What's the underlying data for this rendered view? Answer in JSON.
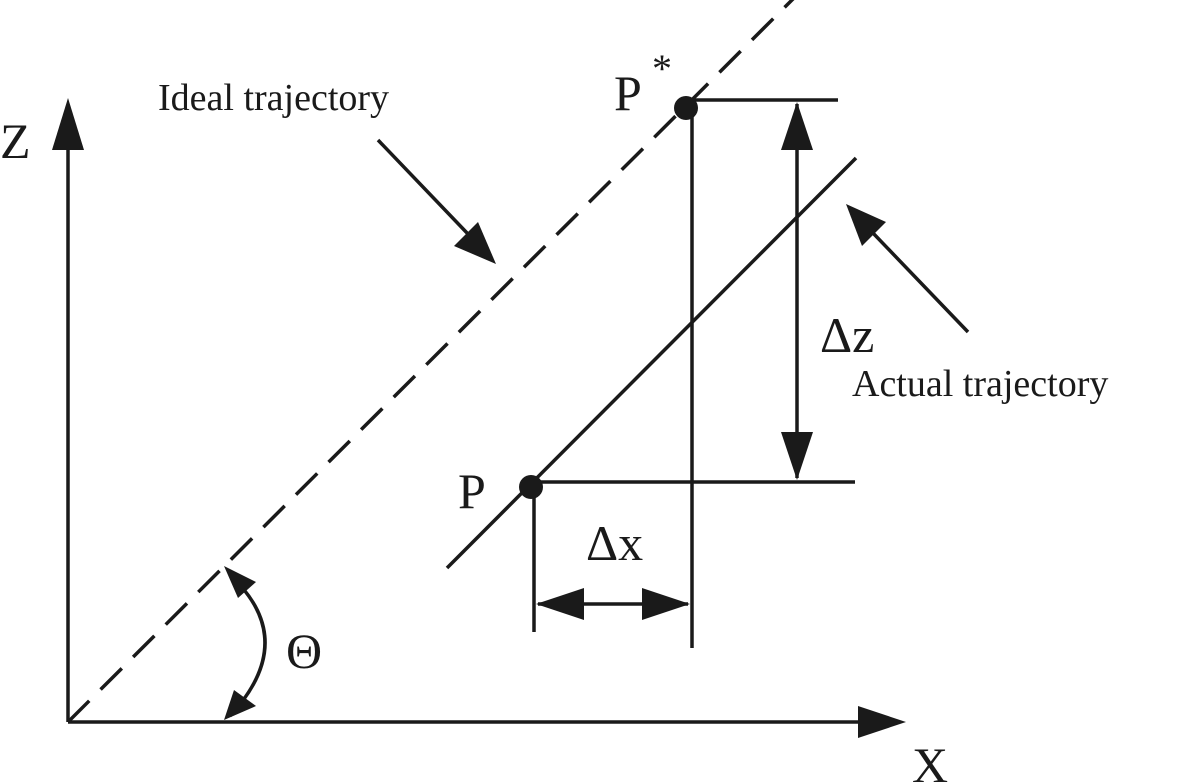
{
  "diagram": {
    "axes": {
      "x_label": "X",
      "z_label": "Z"
    },
    "angle_label": "Θ",
    "ideal_trajectory_label": "Ideal trajectory",
    "actual_trajectory_label": "Actual trajectory",
    "point_actual_label": "P",
    "point_ideal_label": "P",
    "point_ideal_superscript": "*",
    "delta_x_label": "Δx",
    "delta_z_label": "Δz",
    "line_style": {
      "ideal": "dashed",
      "actual": "solid"
    },
    "ink_color": "#1a1a1a",
    "background": "#ffffff"
  }
}
